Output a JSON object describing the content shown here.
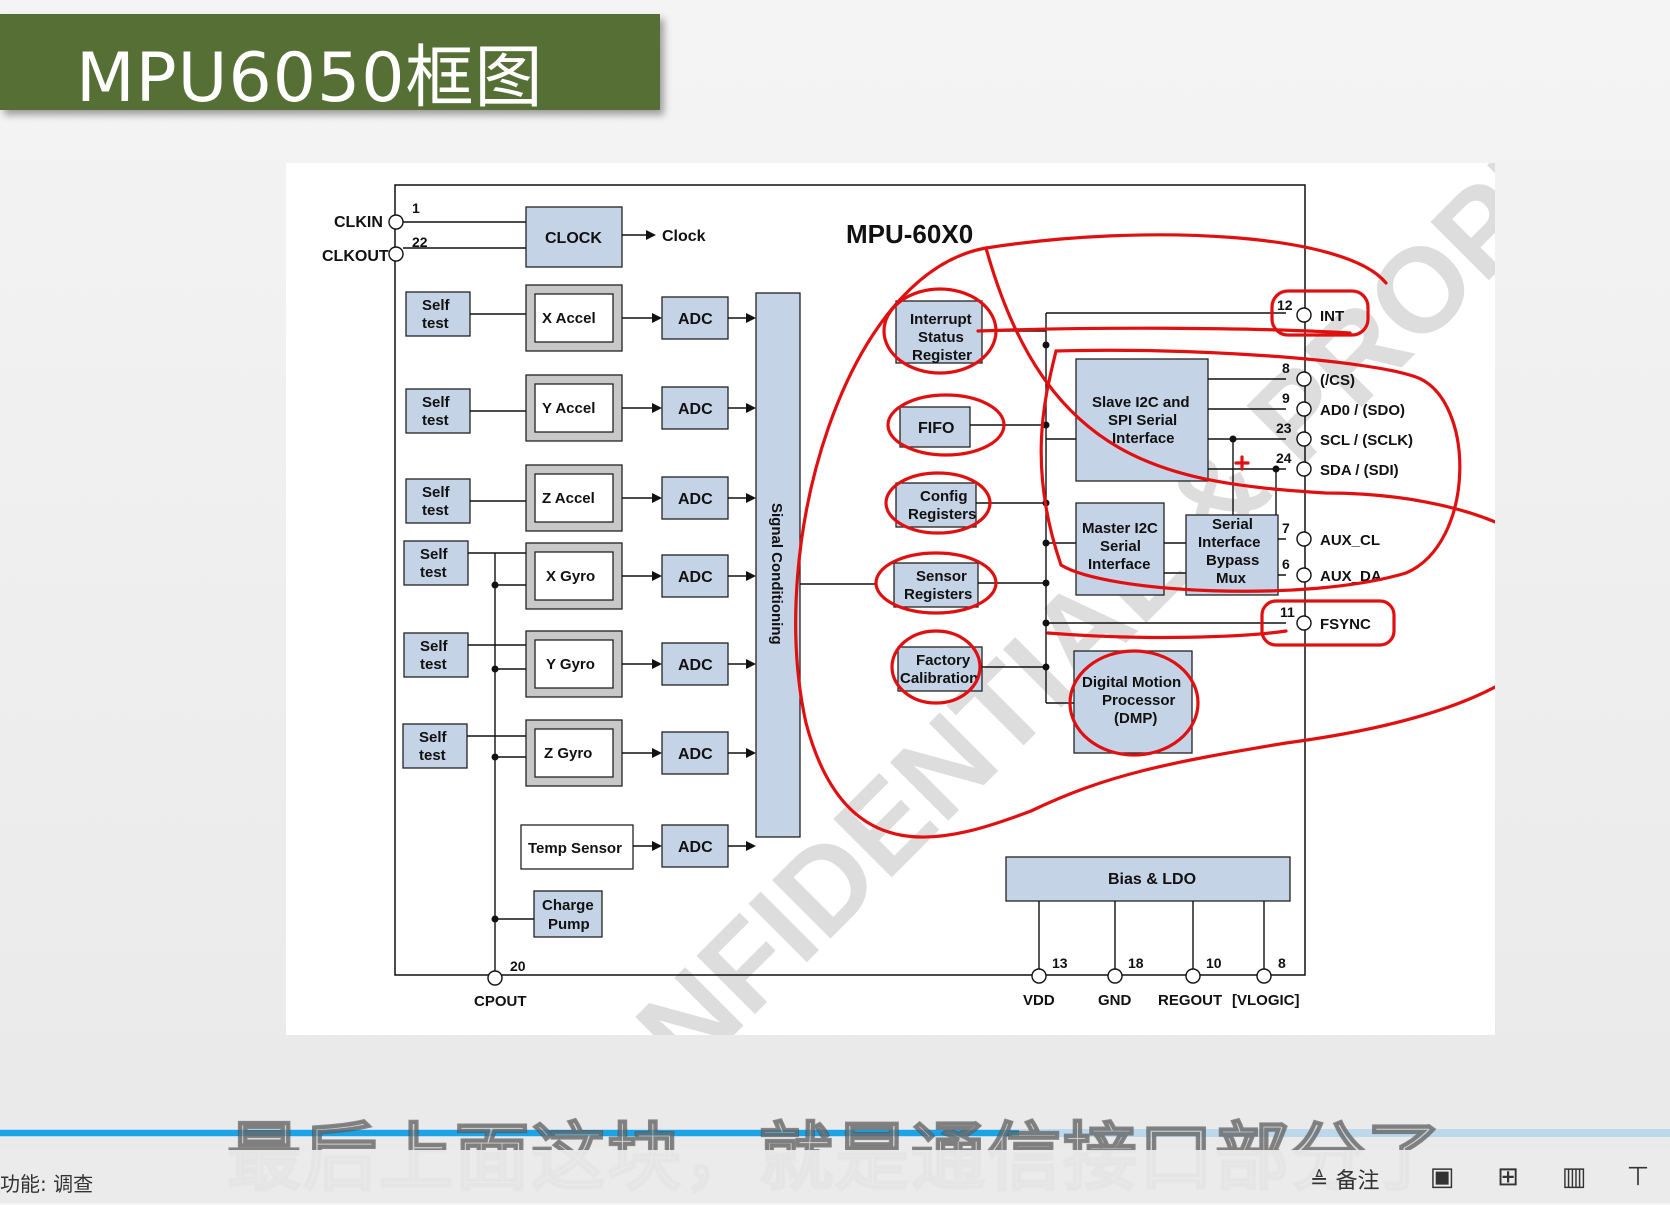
{
  "slide": {
    "title": "MPU6050框图"
  },
  "diagram": {
    "chip_name": "MPU-60X0",
    "clock_block": "CLOCK",
    "clock_out": "Clock",
    "clkin": "CLKIN",
    "clkout": "CLKOUT",
    "self_test": [
      "Self",
      "test"
    ],
    "sensors": [
      "X Accel",
      "Y Accel",
      "Z Accel",
      "X Gyro",
      "Y Gyro",
      "Z Gyro"
    ],
    "temp_sensor": "Temp Sensor",
    "adc": "ADC",
    "signal_conditioning": "Signal Conditioning",
    "charge_pump": [
      "Charge",
      "Pump"
    ],
    "interrupt": [
      "Interrupt",
      "Status",
      "Register"
    ],
    "fifo": "FIFO",
    "config": [
      "Config",
      "Registers"
    ],
    "sensor_regs": [
      "Sensor",
      "Registers"
    ],
    "factory": [
      "Factory",
      "Calibration"
    ],
    "slave_if": [
      "Slave I2C and",
      "SPI Serial",
      "Interface"
    ],
    "master_if": [
      "Master I2C",
      "Serial",
      "Interface"
    ],
    "bypass": [
      "Serial",
      "Interface",
      "Bypass",
      "Mux"
    ],
    "dmp": [
      "Digital Motion",
      "Processor",
      "(DMP)"
    ],
    "bias": "Bias & LDO",
    "pins": {
      "clkin_num": "1",
      "clkout_num": "22",
      "int": "INT",
      "int_num": "12",
      "cs": "(/CS)",
      "cs_num": "8",
      "ad0": "AD0 / (SDO)",
      "ad0_num": "9",
      "scl": "SCL / (SCLK)",
      "scl_num": "23",
      "sda": "SDA / (SDI)",
      "sda_num": "24",
      "auxcl": "AUX_CL",
      "auxcl_num": "7",
      "auxda": "AUX_DA",
      "auxda_num": "6",
      "fsync": "FSYNC",
      "fsync_num": "11",
      "cpout": "CPOUT",
      "cpout_num": "20",
      "vdd": "VDD",
      "vdd_num": "13",
      "gnd": "GND",
      "gnd_num": "18",
      "regout": "REGOUT",
      "regout_num": "10",
      "vlogic": "[VLOGIC]",
      "vlogic_num": "8"
    },
    "watermark": "CONFIDENTIAL & PROPRIETARY INFORMATION"
  },
  "player": {
    "subtitle": "最后上面这块，就是通信接口部分了",
    "progress": 0.61,
    "status_left": "功能: 调查",
    "note_label": "备注",
    "accent_color": "#1aa3e6"
  },
  "colors": {
    "title_bg": "#556f34",
    "block_fill": "#c5d3e6",
    "annotation": "#e01010"
  }
}
